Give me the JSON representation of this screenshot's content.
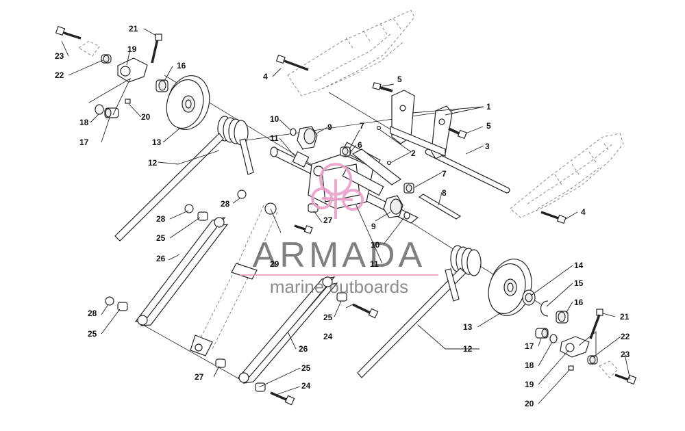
{
  "watermark": {
    "brand": "ARMADA",
    "tagline": "marine outboards",
    "accent_color": "#e8a0c8",
    "text_color": "#5a5a5a"
  },
  "callouts": {
    "c1": "1",
    "c2": "2",
    "c3": "3",
    "c4a": "4",
    "c4b": "4",
    "c5a": "5",
    "c5b": "5",
    "c6": "6",
    "c7a": "7",
    "c7b": "7",
    "c8": "8",
    "c9a": "9",
    "c9b": "9",
    "c10a": "10",
    "c10b": "10",
    "c11a": "11",
    "c11b": "11",
    "c12a": "12",
    "c12b": "12",
    "c13a": "13",
    "c13b": "13",
    "c14": "14",
    "c15": "15",
    "c16a": "16",
    "c16b": "16",
    "c17a": "17",
    "c17b": "17",
    "c18a": "18",
    "c18b": "18",
    "c19a": "19",
    "c19b": "19",
    "c20a": "20",
    "c20b": "20",
    "c21a": "21",
    "c21b": "21",
    "c22a": "22",
    "c22b": "22",
    "c23a": "23",
    "c23b": "23",
    "c24a": "24",
    "c24b": "24",
    "c25a": "25",
    "c25b": "25",
    "c25c": "25",
    "c25d": "25",
    "c26a": "26",
    "c26b": "26",
    "c27a": "27",
    "c27b": "27",
    "c28a": "28",
    "c28b": "28",
    "c28c": "28",
    "c29": "29"
  }
}
